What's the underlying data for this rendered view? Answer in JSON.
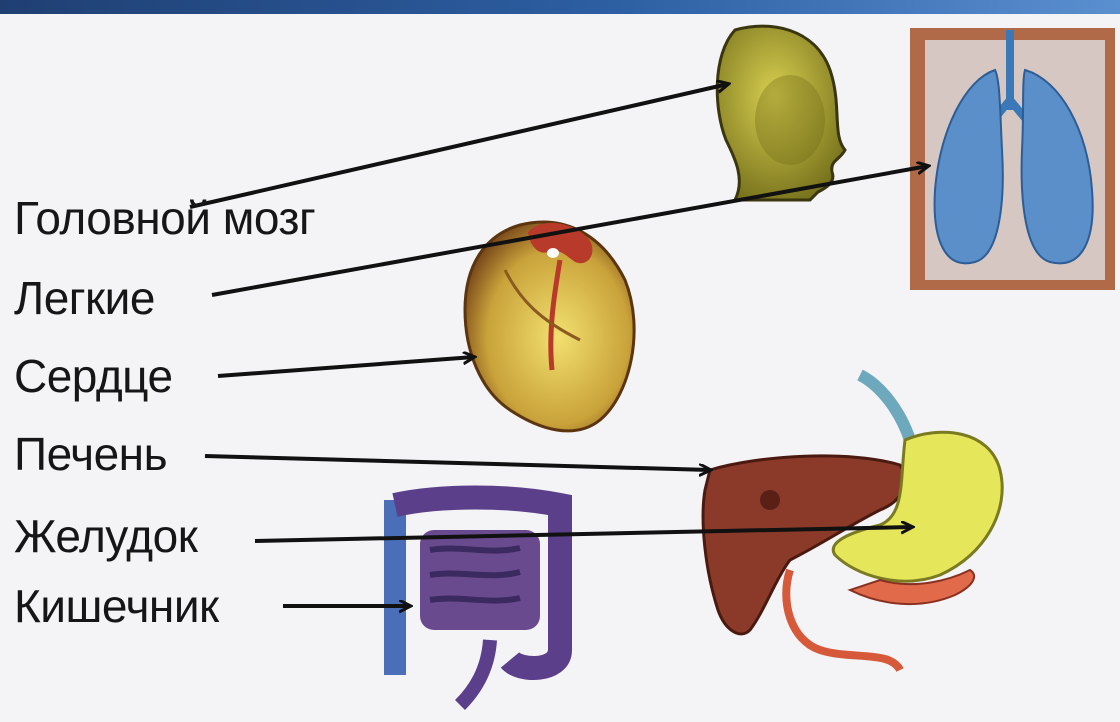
{
  "labels": {
    "brain": "Головной мозг",
    "lungs": "Легкие",
    "heart": "Сердце",
    "liver": "Печень",
    "stomach": "Желудок",
    "intestine": "Кишечник"
  },
  "colors": {
    "head": "#b8b02a",
    "lungs": "#5b8fc9",
    "chest_frame": "#b06a48",
    "heart": "#c9a23a",
    "heart_vessels": "#b83a2a",
    "liver": "#8b3a2a",
    "stomach": "#e6e65a",
    "pancreas": "#e06a4a",
    "intestine": "#5b3f8a",
    "arrow": "#111111"
  },
  "icons": [
    "head-icon",
    "lungs-icon",
    "heart-icon",
    "liver-icon",
    "stomach-icon",
    "intestine-icon"
  ]
}
